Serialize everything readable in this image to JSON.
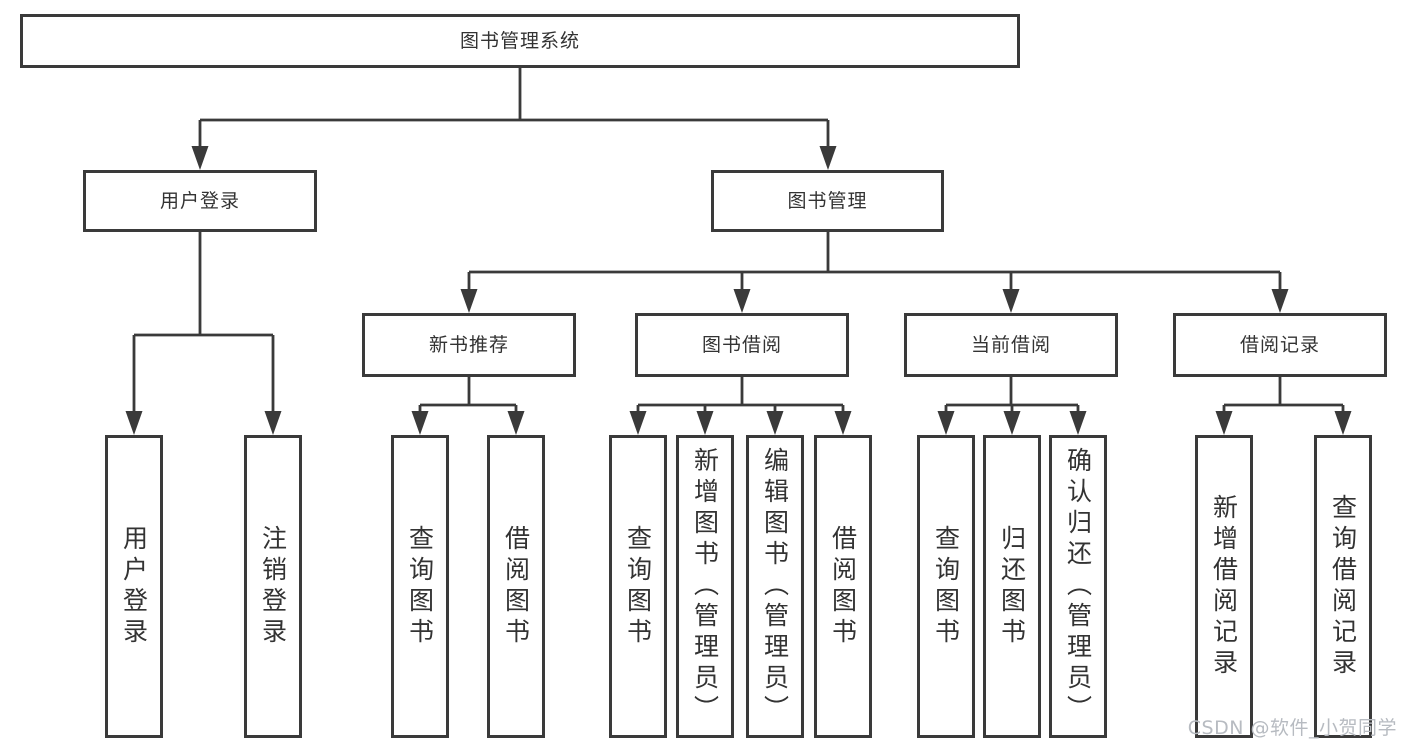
{
  "diagram": {
    "root": {
      "label": "图书管理系统"
    },
    "branches": [
      {
        "label": "用户登录",
        "children": [
          {
            "label": "用户登录"
          },
          {
            "label": "注销登录"
          }
        ]
      },
      {
        "label": "图书管理",
        "children": [
          {
            "label": "新书推荐",
            "children": [
              {
                "label": "查询图书"
              },
              {
                "label": "借阅图书"
              }
            ]
          },
          {
            "label": "图书借阅",
            "children": [
              {
                "label": "查询图书"
              },
              {
                "label": "新增图书（管理员）"
              },
              {
                "label": "编辑图书（管理员）"
              },
              {
                "label": "借阅图书"
              }
            ]
          },
          {
            "label": "当前借阅",
            "children": [
              {
                "label": "查询图书"
              },
              {
                "label": "归还图书"
              },
              {
                "label": "确认归还（管理员）"
              }
            ]
          },
          {
            "label": "借阅记录",
            "children": [
              {
                "label": "新增借阅记录"
              },
              {
                "label": "查询借阅记录"
              }
            ]
          }
        ]
      }
    ]
  },
  "watermark": "CSDN @软件_小贺同学",
  "colors": {
    "line": "#3a3a3a",
    "text": "#333333",
    "background": "#ffffff",
    "watermark": "#b7bbc1"
  }
}
